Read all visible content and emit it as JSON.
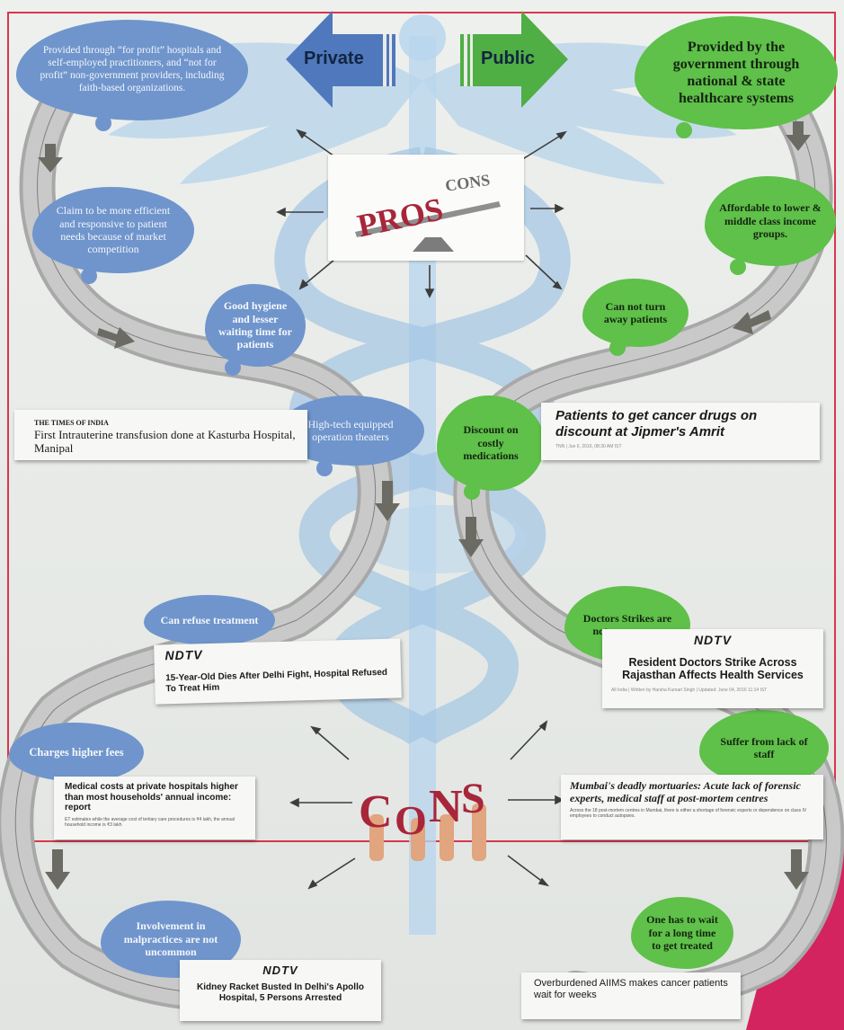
{
  "header": {
    "private_label": "Private",
    "public_label": "Public"
  },
  "clouds": {
    "private_provider": "Provided through “for profit” hospitals and self-employed practitioners, and “not for profit” non-government providers, including faith-based organizations.",
    "public_provider": "Provided by the government through national & state healthcare systems",
    "efficient": "Claim to be more efficient and responsive to patient needs because of market competition",
    "hygiene": "Good hygiene and lesser waiting time for patients",
    "hightech": "High-tech equipped operation theaters",
    "affordable": "Affordable to lower & middle class income groups.",
    "cannot_turn": "Can not turn away patients",
    "discount": "Discount on costly medications",
    "refuse": "Can refuse treatment",
    "strikes": "Doctors Strikes are not uncommon",
    "fees": "Charges higher fees",
    "lack_staff": "Suffer from lack of staff",
    "malpractice": "Involvement in malpractices are not uncommon",
    "wait_long": "One has to wait for a long time to get treated"
  },
  "pros_image": {
    "pros": "PROS",
    "cons": "CONS"
  },
  "cons_image": {
    "letters": [
      "C",
      "O",
      "N",
      "S"
    ]
  },
  "news": {
    "toi": {
      "masthead": "THE TIMES OF INDIA",
      "headline": "First Intrauterine transfusion done at Kasturba Hospital, Manipal"
    },
    "jipmer": {
      "headline": "Patients to get cancer drugs on discount at Jipmer's Amrit",
      "meta": "TNN | Jun 6, 2016, 08:30 AM IST"
    },
    "ndtv_refused": {
      "masthead": "NDTV",
      "headline": "15-Year-Old Dies After Delhi Fight, Hospital Refused To Treat Him"
    },
    "ndtv_strike": {
      "masthead": "NDTV",
      "headline": "Resident Doctors Strike Across Rajasthan Affects Health Services",
      "meta": "All India | Written by Harsha Kumari Singh | Updated: June 04, 2016 11:14 IST"
    },
    "costs": {
      "headline": "Medical costs at private hospitals higher than most households' annual income: report",
      "sub": "ET estimates while the average cost of tertiary care procedures is ₹4 lakh, the annual household income is ₹3 lakh"
    },
    "mortuary": {
      "headline": "Mumbai's deadly mortuaries: Acute lack of forensic experts, medical staff at post-mortem centres",
      "sub": "Across the 18 post-mortem centres in Mumbai, there is either a shortage of forensic experts or dependence on class IV employees to conduct autopsies."
    },
    "ndtv_kidney": {
      "masthead": "NDTV",
      "headline": "Kidney Racket Busted In Delhi's Apollo Hospital, 5 Persons Arrested"
    },
    "aiims": {
      "headline": "Overburdened AIIMS makes cancer patients wait for weeks"
    }
  },
  "colors": {
    "private_blue": "#4f78bd",
    "public_green": "#4fae44",
    "cloud_blue": "#6f95cc",
    "cloud_green": "#5fc04a",
    "frame_red": "#d9364b",
    "caduceus": "#a9cbe6",
    "path_gray": "#b2b2b2",
    "cons_red": "#a8263a"
  }
}
